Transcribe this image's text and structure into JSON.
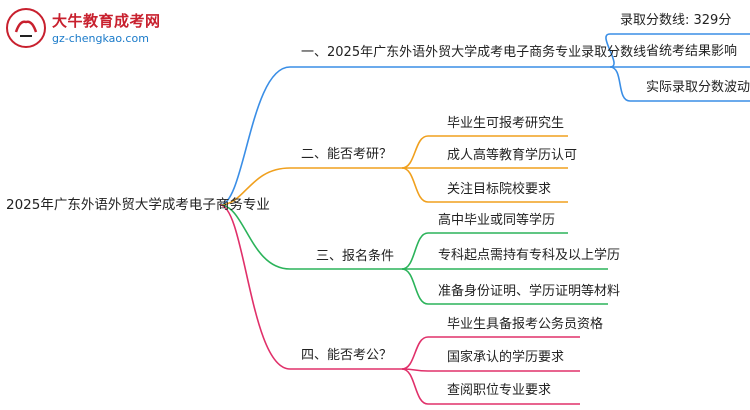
{
  "logo": {
    "title": "大牛教育成考网",
    "url": "gz-chengkao.com"
  },
  "root": {
    "label": "2025年广东外语外贸大学成考电子商务专业"
  },
  "branches": [
    {
      "label": "一、2025年广东外语外贸大学成考电子商务专业录取分数线",
      "color": "#3a8ee6",
      "children": [
        "录取分数线: 329分",
        "省统考结果影响",
        "实际录取分数波动"
      ]
    },
    {
      "label": "二、能否考研？",
      "color": "#f0a01e",
      "children": [
        "毕业生可报考研究生",
        "成人高等教育学历认可",
        "关注目标院校要求"
      ]
    },
    {
      "label": "三、报名条件",
      "color": "#2bb35a",
      "children": [
        "高中毕业或同等学历",
        "专科起点需持有专科及以上学历",
        "准备身份证明、学历证明等材料"
      ]
    },
    {
      "label": "四、能否考公？",
      "color": "#e0306a",
      "children": [
        "毕业生具备报考公务员资格",
        "国家承认的学历要求",
        "查阅职位专业要求"
      ]
    }
  ]
}
